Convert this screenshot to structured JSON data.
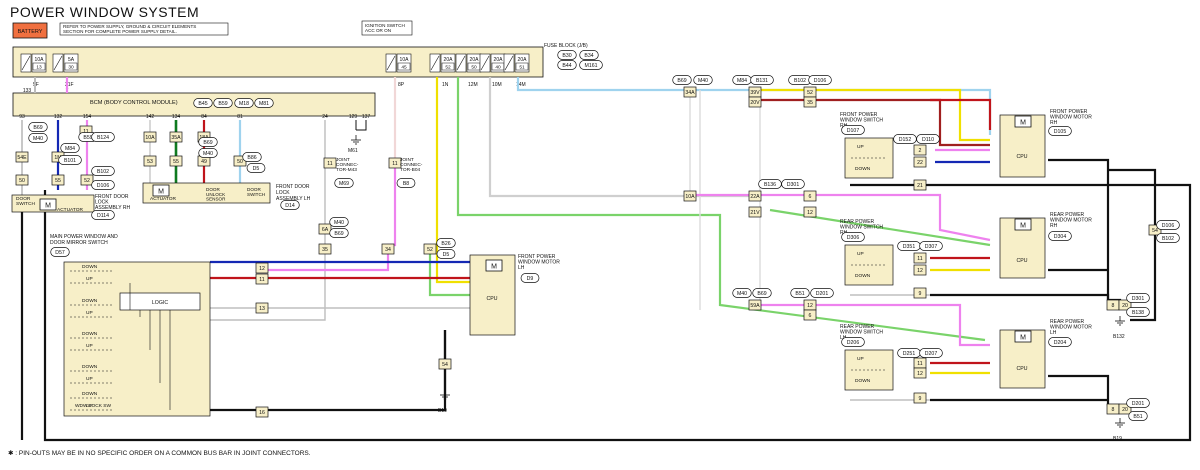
{
  "title": "POWER WINDOW SYSTEM",
  "footnote": "✱ : PIN-OUTS MAY BE IN NO SPECIFIC ORDER ON A COMMON BUS BAR IN JOINT CONNECTORS.",
  "battery": "BATTERY",
  "note_refer": [
    "REFER TO POWER SUPPLY, GROUND & CIRCUIT ELEMENTS",
    "SECTION FOR COMPLETE POWER SUPPLY DETAIL."
  ],
  "ignition": [
    "IGNITION SWITCH",
    "ACC OR ON"
  ],
  "fuse_block": {
    "label": "FUSE BLOCK (J/B)",
    "connectors": [
      "B30",
      "B34",
      "B44",
      "M161"
    ],
    "fuses": [
      {
        "amp": "10A",
        "num": "13",
        "term": "5F"
      },
      {
        "amp": "5A",
        "num": "30",
        "term": "21F"
      },
      {
        "amp": "10A",
        "num": "45",
        "term": "8P"
      },
      {
        "amp": "20A",
        "num": "52",
        "term": "1N"
      },
      {
        "amp": "20A",
        "num": "50",
        "term": "12M"
      },
      {
        "amp": "20A",
        "num": "40",
        "term": "10M"
      },
      {
        "amp": "20A",
        "num": "51",
        "term": "14M"
      }
    ]
  },
  "bcm": {
    "label": "BCM (BODY CONTROL MODULE)",
    "connectors": [
      "B45",
      "B59",
      "M18",
      "M81"
    ],
    "pins": [
      "133",
      "7",
      "93",
      "132",
      "154",
      "142",
      "134",
      "84",
      "81",
      "24",
      "129",
      "137"
    ]
  },
  "front_lock_rh": {
    "label": [
      "FRONT DOOR",
      "LOCK",
      "ASSEMBLY RH"
    ],
    "conn": "D114",
    "door_switch": [
      "DOOR",
      "SWITCH"
    ],
    "actuator": "ACTUATOR"
  },
  "front_lock_lh": {
    "label": [
      "FRONT DOOR",
      "LOCK",
      "ASSEMBLY LH"
    ],
    "conn": "D14",
    "actuator": "ACTUATOR",
    "unlock": [
      "DOOR",
      "UNLOCK",
      "SENSOR"
    ],
    "door_switch": [
      "DOOR",
      "SWITCH"
    ]
  },
  "joint_m43": {
    "label": [
      "JOINT",
      "CONNEC-",
      "TOR-M43"
    ],
    "conn": "M69"
  },
  "joint_b04": {
    "label": [
      "JOINT",
      "CONNEC-",
      "TOR-B04"
    ],
    "conn": "B8"
  },
  "ground_labels": [
    "M61",
    "B19",
    "B132",
    "B19"
  ],
  "main_switch": {
    "label": [
      "MAIN POWER WINDOW AND",
      "DOOR MIRROR SWITCH"
    ],
    "conn": "D57",
    "logic": "LOGIC",
    "lock": "WDW LOCK SW",
    "down": "DOWN",
    "up": "UP"
  },
  "front_motor_lh": {
    "label": [
      "FRONT POWER",
      "WINDOW MOTOR",
      "LH"
    ],
    "conn": "D9",
    "cpu": "CPU"
  },
  "front_motor_rh": {
    "label": [
      "FRONT POWER",
      "WINDOW MOTOR",
      "RH"
    ],
    "conn": "D105",
    "cpu": "CPU"
  },
  "rear_motor_rh": {
    "label": [
      "REAR POWER",
      "WINDOW MOTOR",
      "RH"
    ],
    "conn": "D304",
    "cpu": "CPU"
  },
  "rear_motor_lh": {
    "label": [
      "REAR POWER",
      "WINDOW MOTOR",
      "LH"
    ],
    "conn": "D204",
    "cpu": "CPU"
  },
  "front_switch_rh": {
    "label": [
      "FRONT POWER",
      "WINDOW SWITCH",
      "RH"
    ],
    "conn": "D107",
    "up": "UP",
    "down": "DOWN"
  },
  "rear_switch_rh": {
    "label": [
      "REAR POWER",
      "WINDOW SWITCH",
      "RH"
    ],
    "conn": "D306",
    "up": "UP",
    "down": "DOWN"
  },
  "rear_switch_lh": {
    "label": [
      "REAR POWER",
      "WINDOW SWITCH",
      "LH"
    ],
    "conn": "D206",
    "up": "UP",
    "down": "DOWN"
  },
  "wire_colors": {
    "red": "#c0141b",
    "blue": "#1428b4",
    "yellow": "#f0e000",
    "green": "#7ad36a",
    "pink": "#ee82ee",
    "lightblue": "#7ec8e8",
    "black": "#111111",
    "grey": "#a0a0a0",
    "lightgrey": "#d6d6d6",
    "brown": "#a01f1f",
    "darkgreen": "#0f7a1f",
    "tan": "#e8e0c8"
  }
}
